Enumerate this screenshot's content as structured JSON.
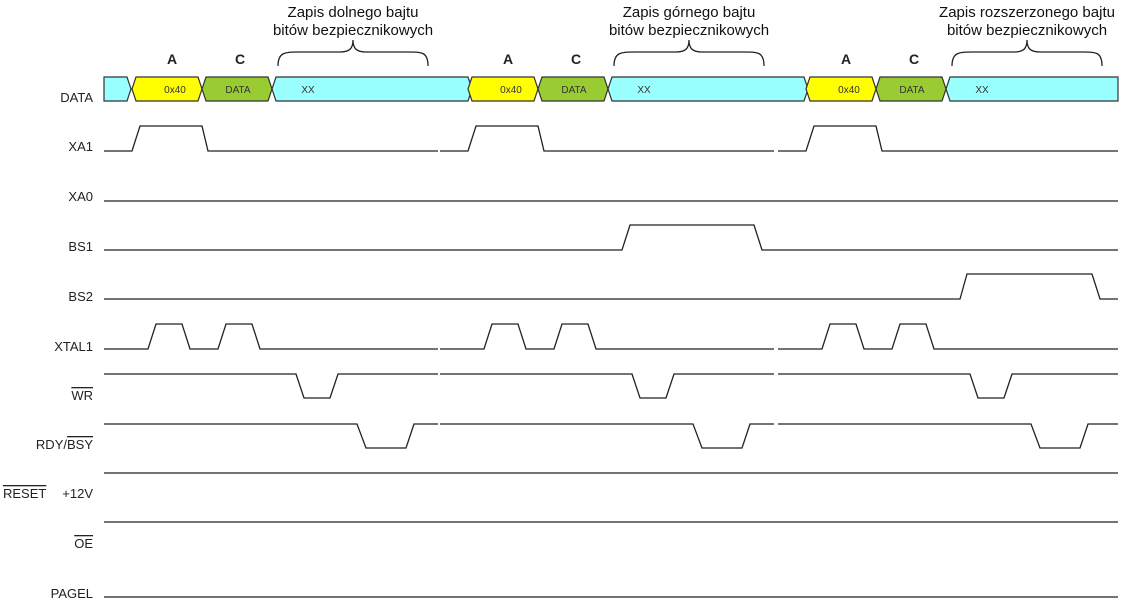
{
  "signals": {
    "data": "DATA",
    "xa1": "XA1",
    "xa0": "XA0",
    "bs1": "BS1",
    "bs2": "BS2",
    "xtal1": "XTAL1",
    "wr": "WR",
    "rdy": "RDY/",
    "bsy": "BSY",
    "reset": "RESET",
    "v12": "+12V",
    "oe": "OE",
    "pagel": "PAGEL"
  },
  "phases": [
    "A",
    "C"
  ],
  "bus_values": {
    "address": "0x40",
    "data": "DATA",
    "dontcare": "XX"
  },
  "sections": [
    {
      "line1": "Zapis dolnego bajtu",
      "line2": "bitów bezpiecznikowych"
    },
    {
      "line1": "Zapis górnego bajtu",
      "line2": "bitów bezpiecznikowych"
    },
    {
      "line1": "Zapis rozszerzonego bajtu",
      "line2": "bitów bezpiecznikowych"
    }
  ],
  "colors": {
    "cyan": "#99ffff",
    "yellow": "#ffff00",
    "green": "#99cc33"
  }
}
